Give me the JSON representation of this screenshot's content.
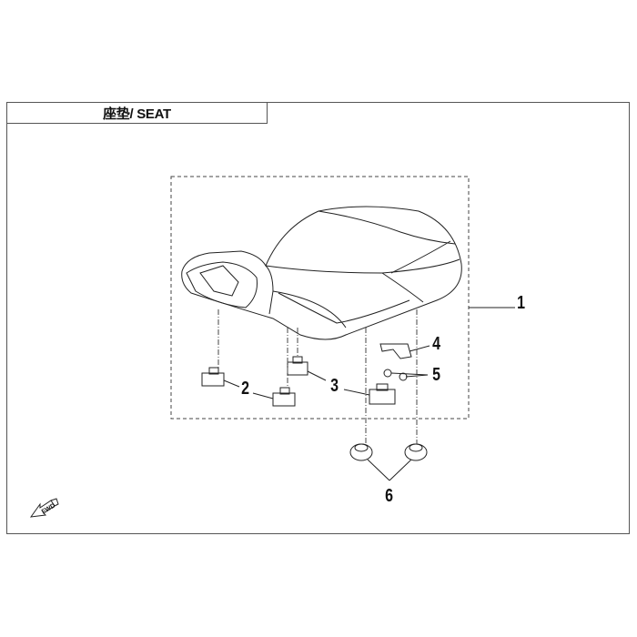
{
  "title": "座垫/ SEAT",
  "fwd_label": "FWD",
  "callouts": [
    "1",
    "2",
    "3",
    "4",
    "5",
    "6"
  ]
}
